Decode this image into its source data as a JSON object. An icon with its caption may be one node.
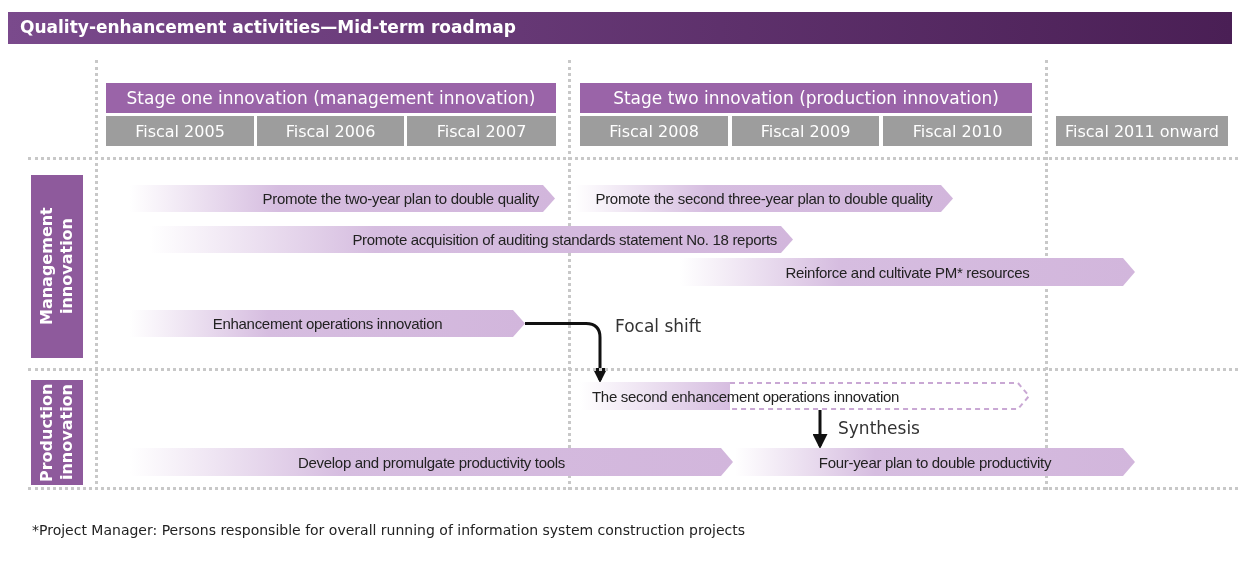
{
  "diagram": {
    "title": "Quality-enhancement activities—Mid-term roadmap",
    "caption": "*Project Manager: Persons responsible for overall running of information system construction projects",
    "nodes": [
      {
        "text": [
          "Stage one innovation (management innovation)"
        ]
      },
      {
        "text": [
          "Stage two innovation (production innovation)"
        ]
      },
      {
        "text": [
          "Fiscal 2005"
        ]
      },
      {
        "text": [
          "Fiscal 2006"
        ]
      },
      {
        "text": [
          "Fiscal 2007"
        ]
      },
      {
        "text": [
          "Fiscal 2008"
        ]
      },
      {
        "text": [
          "Fiscal 2009"
        ]
      },
      {
        "text": [
          "Fiscal 2010"
        ]
      },
      {
        "text": [
          "Fiscal 2011 onward"
        ]
      },
      {
        "text": [
          "Management innovation"
        ]
      },
      {
        "text": [
          "Production innovation"
        ]
      },
      {
        "text": [
          "Promote the two-year plan to double quality"
        ]
      },
      {
        "text": [
          "Promote the second three-year plan to double quality"
        ]
      },
      {
        "text": [
          "Promote acquisition of auditing standards statement No. 18 reports"
        ]
      },
      {
        "text": [
          "Reinforce and cultivate PM* resources"
        ]
      },
      {
        "text": [
          "Enhancement operations innovation"
        ]
      },
      {
        "text": [
          "The second enhancement operations innovation"
        ]
      },
      {
        "text": [
          "Develop and promulgate productivity tools"
        ]
      },
      {
        "text": [
          "Four-year plan to double productivity"
        ]
      }
    ],
    "edges": [
      {
        "from": 15,
        "to": 16,
        "arrow": "to",
        "label": "Focal shift"
      },
      {
        "from": 16,
        "to": 18,
        "arrow": "to",
        "label": "Synthesis"
      }
    ]
  }
}
